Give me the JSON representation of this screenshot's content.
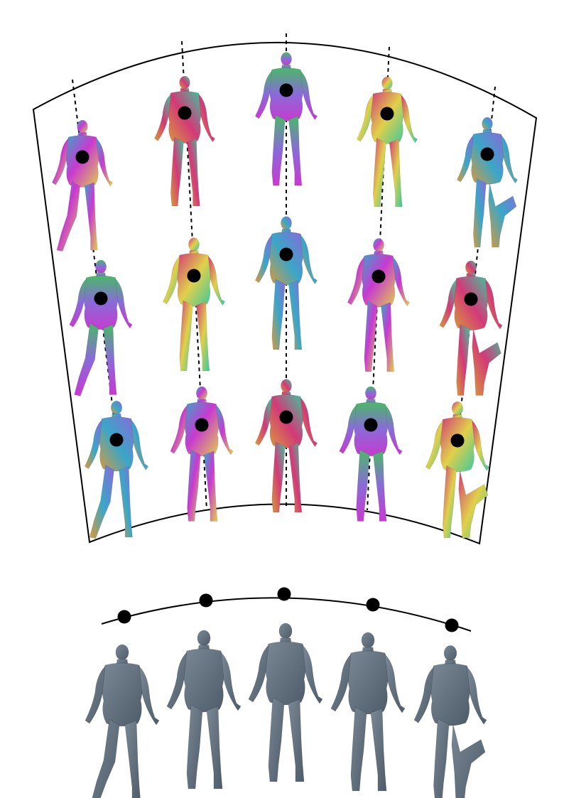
{
  "figure": {
    "grid": {
      "rows": 3,
      "columns": 5,
      "mesh_rendering": "vertex-color",
      "marker_color": "#000000",
      "frame_color": "#000000",
      "guide_color": "#000000",
      "figure_palette": [
        "#c83ad0",
        "#3aa6c8",
        "#e0d04a",
        "#d23a78",
        "#4ab86a",
        "#8a6ad8",
        "#d89a3a",
        "#3ac8a0"
      ]
    },
    "bottom_row": {
      "count": 5,
      "mesh_color": "#5f6f7f",
      "curve_color": "#000000",
      "marker_color": "#000000"
    }
  }
}
